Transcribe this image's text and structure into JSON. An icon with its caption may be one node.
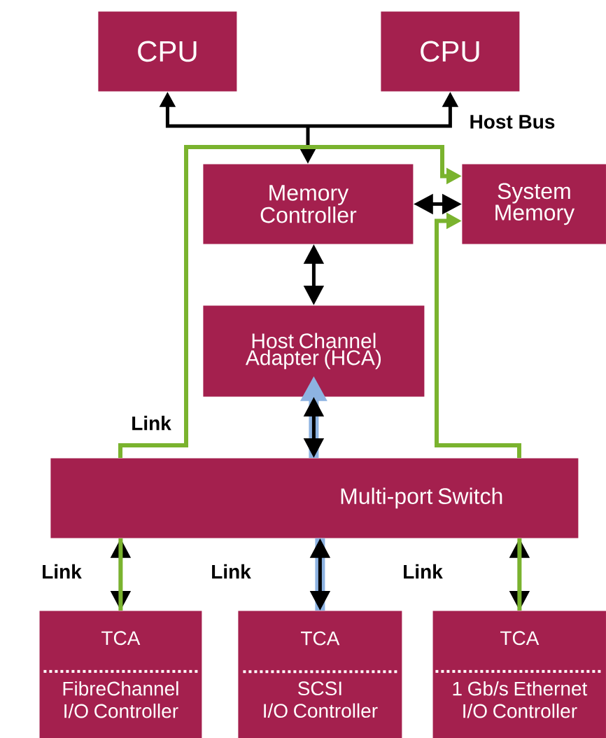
{
  "diagram": {
    "nodes": [
      {
        "text": [
          "CPU"
        ]
      },
      {
        "text": [
          "CPU"
        ]
      },
      {
        "text": [
          "Memory Controller"
        ]
      },
      {
        "text": [
          "System Memory"
        ]
      },
      {
        "text": [
          "Host Channel Adapter (HCA)"
        ]
      },
      {
        "text": [
          "Multi-port Switch"
        ]
      },
      {
        "text": [
          "TCA",
          "FibreChannel I/O Controller"
        ]
      },
      {
        "text": [
          "TCA",
          "SCSI I/O Controller"
        ]
      },
      {
        "text": [
          "TCA",
          "1 Gb/s Ethernet I/O Controller"
        ]
      }
    ],
    "edges": [
      {
        "from": 0,
        "to": 2,
        "arrow": "both"
      },
      {
        "from": 1,
        "to": 2,
        "arrow": "both"
      },
      {
        "from": 2,
        "to": 3,
        "arrow": "both"
      },
      {
        "from": 2,
        "to": 4,
        "arrow": "both"
      },
      {
        "from": 4,
        "to": 5,
        "arrow": "both"
      },
      {
        "from": 5,
        "to": 6,
        "arrow": "both"
      },
      {
        "from": 5,
        "to": 7,
        "arrow": "both"
      },
      {
        "from": 5,
        "to": 8,
        "arrow": "both"
      },
      {
        "from": 6,
        "to": 5,
        "arrow": "none",
        "color": "#7ab32e"
      },
      {
        "from": 5,
        "to": 3,
        "arrow": "to",
        "color": "#7ab32e"
      },
      {
        "from": 8,
        "to": 5,
        "arrow": "none",
        "color": "#7ab32e"
      },
      {
        "from": 5,
        "to": 3,
        "arrow": "to",
        "color": "#7ab32e"
      },
      {
        "from": 7,
        "to": 5,
        "arrow": "none",
        "style": "thick",
        "color": "#8db3e2"
      },
      {
        "from": 5,
        "to": 4,
        "arrow": "to",
        "style": "thick",
        "color": "#8db3e2"
      }
    ],
    "labels": [
      "Host Bus",
      "Link",
      "Link",
      "Link",
      "Link"
    ]
  }
}
